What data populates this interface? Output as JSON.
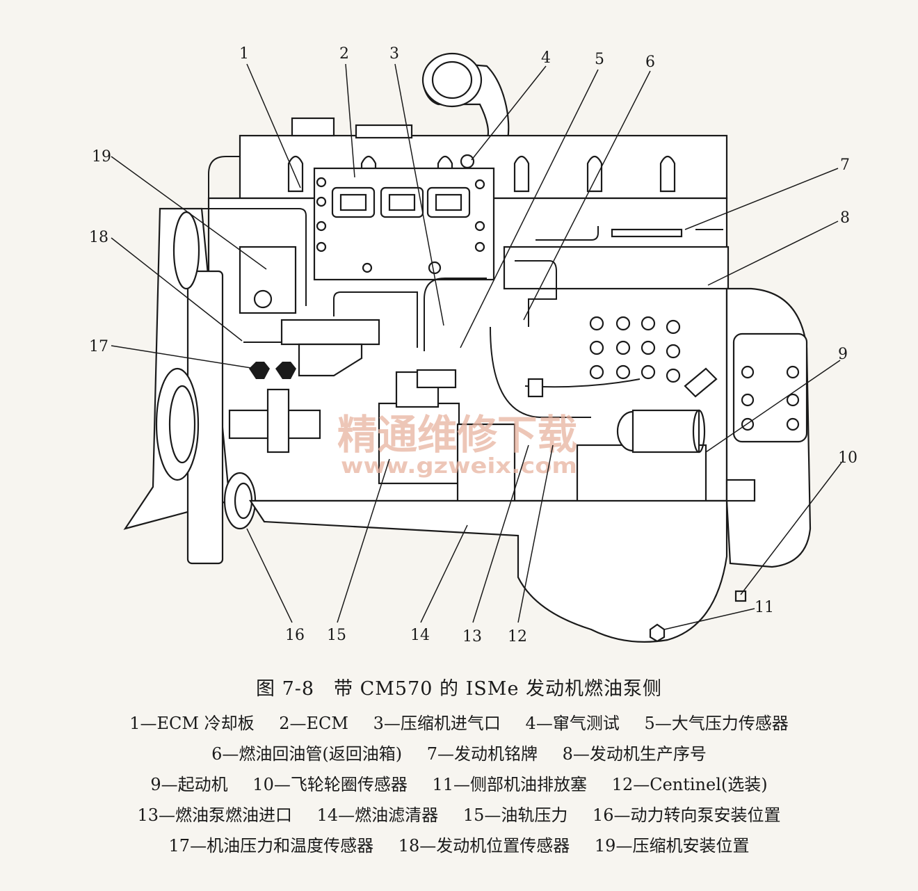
{
  "figure": {
    "title": "图 7-8　带 CM570 的 ISMe 发动机燃油泵侧"
  },
  "callouts": [
    "1",
    "2",
    "3",
    "4",
    "5",
    "6",
    "7",
    "8",
    "9",
    "10",
    "11",
    "12",
    "13",
    "14",
    "15",
    "16",
    "17",
    "18",
    "19"
  ],
  "legend_lines": [
    [
      "1—ECM 冷却板",
      "2—ECM",
      "3—压缩机进气口",
      "4—窜气测试",
      "5—大气压力传感器"
    ],
    [
      "6—燃油回油管(返回油箱)",
      "7—发动机铭牌",
      "8—发动机生产序号"
    ],
    [
      "9—起动机",
      "10—飞轮轮圈传感器",
      "11—侧部机油排放塞",
      "12—Centinel(选装)"
    ],
    [
      "13—燃油泵燃油进口",
      "14—燃油滤清器",
      "15—油轨压力",
      "16—动力转向泵安装位置"
    ],
    [
      "17—机油压力和温度传感器",
      "18—发动机位置传感器",
      "19—压缩机安装位置"
    ]
  ],
  "watermark": {
    "text": "精通维修下载",
    "url": "www.gzweix.com"
  }
}
